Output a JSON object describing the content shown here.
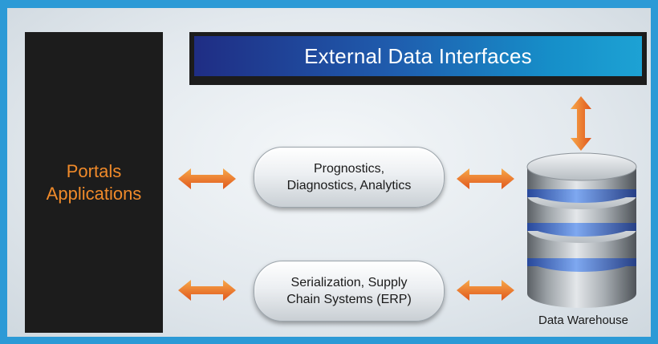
{
  "diagram": {
    "portals": {
      "lines": [
        "Portals",
        "Applications"
      ]
    },
    "external": {
      "title": "External Data Interfaces"
    },
    "pill_top": {
      "lines": [
        "Prognostics,",
        "Diagnostics, Analytics"
      ]
    },
    "pill_bottom": {
      "lines": [
        "Serialization, Supply",
        "Chain Systems (ERP)"
      ]
    },
    "warehouse": {
      "label": "Data Warehouse",
      "icon": "database-icon"
    },
    "colors": {
      "frame": "#2c9ad6",
      "panel": "#1c1c1c",
      "portal_text": "#f08a2a",
      "arrow_start": "#f7a94a",
      "arrow_end": "#e0561c",
      "db_ring": "#4f7fd6"
    }
  }
}
